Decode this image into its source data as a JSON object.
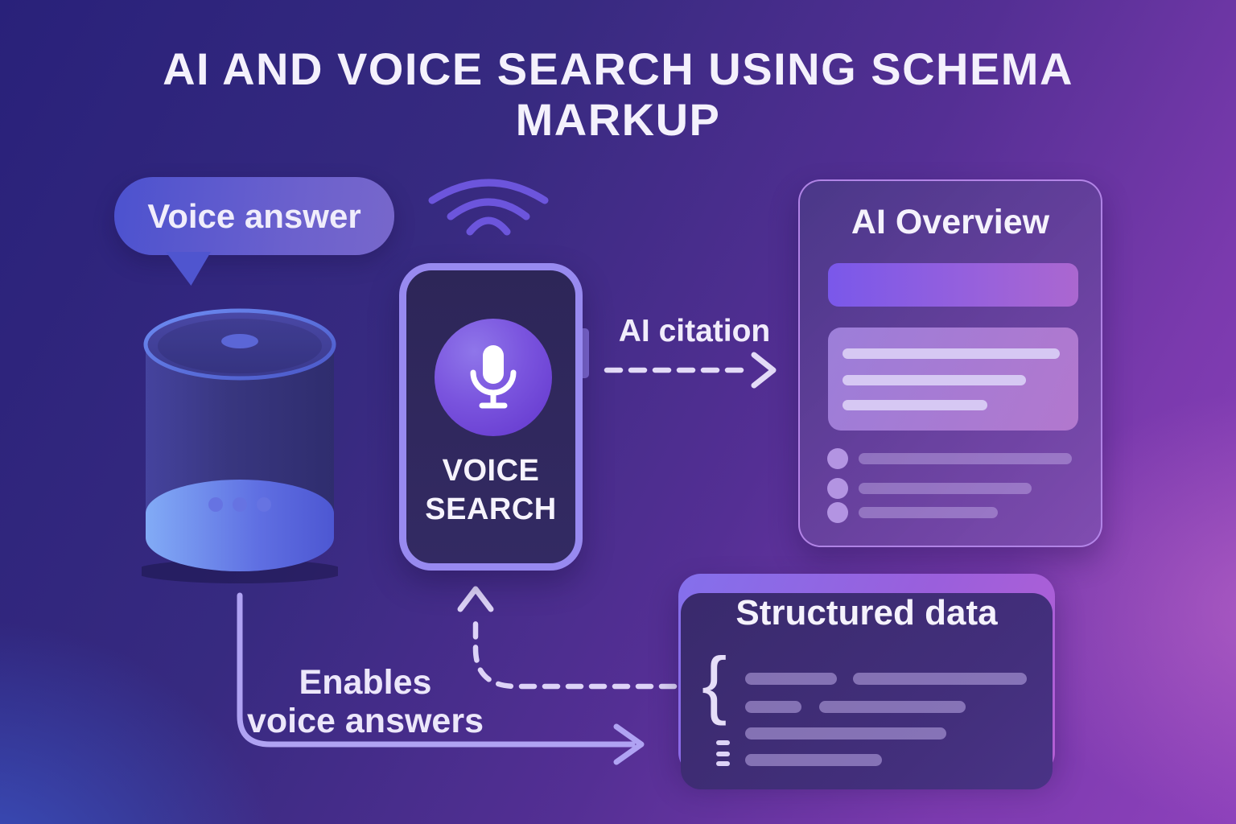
{
  "title": {
    "line1": "AI AND VOICE SEARCH USING SCHEMA",
    "line2": "MARKUP"
  },
  "speech_bubble": {
    "label": "Voice answer"
  },
  "phone": {
    "screen_label_line1": "VOICE",
    "screen_label_line2": "SEARCH"
  },
  "connections": {
    "ai_citation_label": "AI citation",
    "enables_label_line1": "Enables",
    "enables_label_line2": "voice answers"
  },
  "ai_overview_card": {
    "title": "AI Overview"
  },
  "structured_data_card": {
    "title": "Structured data",
    "brace_glyph": "{"
  },
  "icons": {
    "microphone": "microphone-icon",
    "sound_waves": "sound-waves-icon",
    "speech_bubble": "speech-bubble",
    "smart_speaker": "smart-speaker-illustration",
    "curly_brace": "curly-brace-glyph"
  },
  "colors": {
    "background_top_left": "#29217a",
    "background_bottom_right": "#8d41bb",
    "background_blue_glow": "#3a54c4",
    "phone_border": "#988af0",
    "mic_circle": "#7a54de",
    "ai_card_border": "#ba8cee",
    "structured_card_border": "#9a5fdc",
    "dashed_arrow": "#e3dbf7",
    "solid_arrow": "#b0a3f3",
    "speaker_base_glow": "#82abf6",
    "text_primary": "#f5f2fc"
  }
}
